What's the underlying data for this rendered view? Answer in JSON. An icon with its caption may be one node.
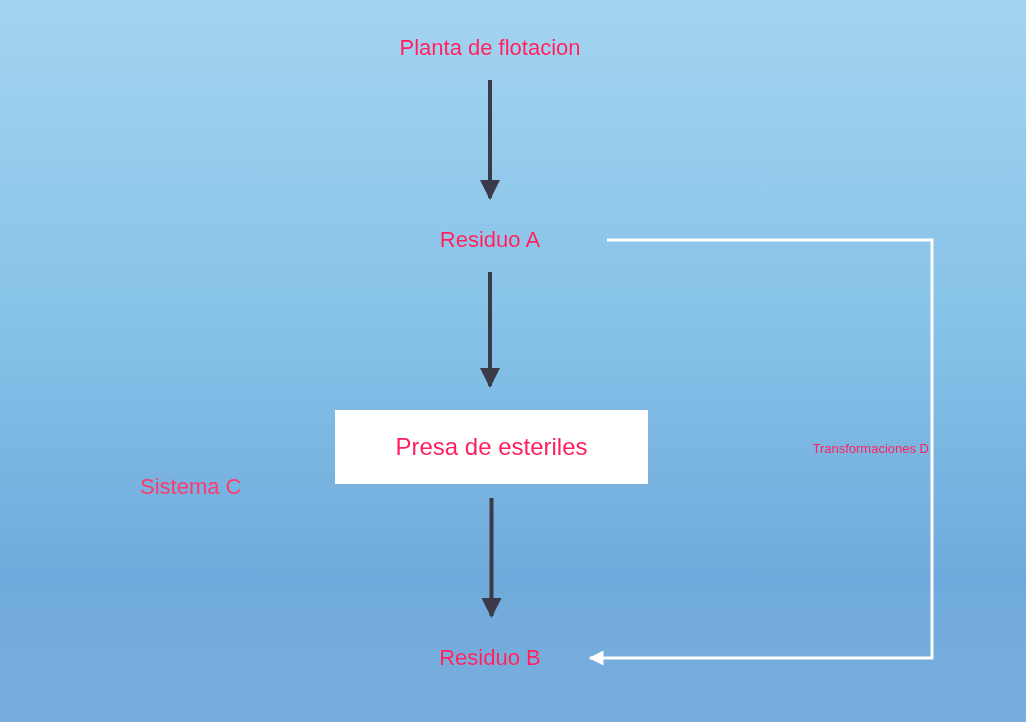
{
  "diagram": {
    "nodes": [
      {
        "text": [
          "Planta de flotacion"
        ]
      },
      {
        "text": [
          "Residuo A"
        ]
      },
      {
        "text": [
          "Presa de esteriles"
        ]
      },
      {
        "text": [
          "Residuo B"
        ]
      }
    ],
    "edges": [
      {
        "from": 0,
        "to": 1,
        "arrow": "to"
      },
      {
        "from": 1,
        "to": 2,
        "arrow": "to"
      },
      {
        "from": 2,
        "to": 3,
        "arrow": "to"
      },
      {
        "from": 1,
        "to": 3,
        "arrow": "to",
        "label": "Transformaciones D",
        "color": "#ffffff"
      }
    ],
    "labels": [
      "Sistema C"
    ]
  }
}
